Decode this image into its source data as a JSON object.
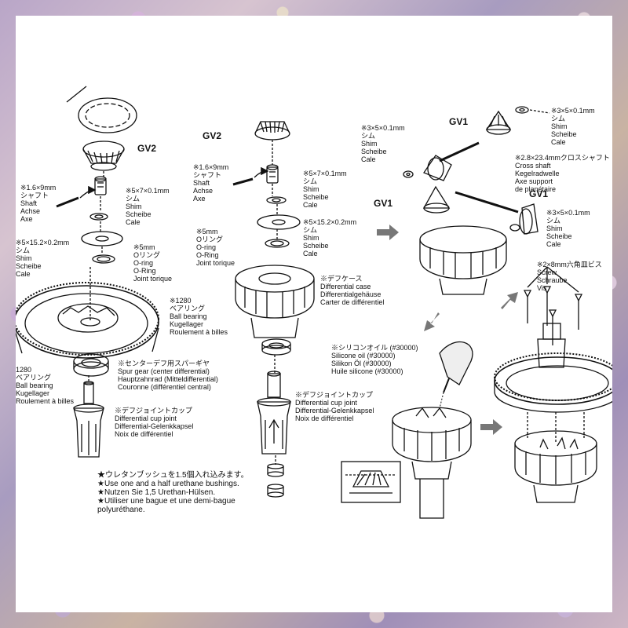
{
  "labels": {
    "gv2_a": "GV2",
    "shaft_a": [
      "※1.6×9mm",
      "シャフト",
      "Shaft",
      "Achse",
      "Axe"
    ],
    "shim_a1": [
      "※5×7×0.1mm",
      "シム",
      "Shim",
      "Scheibe",
      "Cale"
    ],
    "shim_a2": [
      "※5×15.2×0.2mm",
      "シム",
      "Shim",
      "Scheibe",
      "Cale"
    ],
    "oring_a": [
      "※5mm",
      "Oリング",
      "O-ring",
      "O-Ring",
      "Joint torique"
    ],
    "bearing_a": [
      "1280",
      "ベアリング",
      "Ball bearing",
      "Kugellager",
      "Roulement à billes"
    ],
    "spur_gear": [
      "※センターデフ用スパーギヤ",
      "Spur gear (center differential)",
      "Hauptzahnrad (Mitteldifferential)",
      "Couronne (différentiel central)"
    ],
    "cup_joint_a": [
      "※デフジョイントカップ",
      "Differential cup joint",
      "Differential-Gelenkkapsel",
      "Noix de différentiel"
    ],
    "gv2_b": "GV2",
    "shaft_b": [
      "※1.6×9mm",
      "シャフト",
      "Shaft",
      "Achse",
      "Axe"
    ],
    "shim_b1": [
      "※5×7×0.1mm",
      "シム",
      "Shim",
      "Scheibe",
      "Cale"
    ],
    "shim_b2": [
      "※5×15.2×0.2mm",
      "シム",
      "Shim",
      "Scheibe",
      "Cale"
    ],
    "oring_b": [
      "※5mm",
      "Oリング",
      "O-ring",
      "O-Ring",
      "Joint torique"
    ],
    "diff_case": [
      "※デフケース",
      "Differential case",
      "Differentialgehäuse",
      "Carter de différentiel"
    ],
    "bearing_b": [
      "※1280",
      "ベアリング",
      "Ball bearing",
      "Kugellager",
      "Roulement à billes"
    ],
    "cup_joint_b": [
      "※デフジョイントカップ",
      "Differential cup joint",
      "Differential-Gelenkkapsel",
      "Noix de différentiel"
    ],
    "bushing_note": [
      "★ウレタンブッシュを1.5個入れ込みます。",
      "★Use one and a half urethane bushings.",
      "★Nutzen Sie 1,5 Urethan-Hülsen.",
      "★Utiliser une bague et une demi-bague",
      "polyuréthane."
    ],
    "gv1_top": "GV1",
    "shim_c1": [
      "※3×5×0.1mm",
      "シム",
      "Shim",
      "Scheibe",
      "Cale"
    ],
    "shim_c2": [
      "※3×5×0.1mm",
      "シム",
      "Shim",
      "Scheibe",
      "Cale"
    ],
    "cross_shaft": [
      "※2.8×23.4mmクロスシャフト",
      "Cross shaft",
      "Kegelradwelle",
      "Axe support",
      "de planétaire"
    ],
    "gv1_left": "GV1",
    "gv1_right": "GV1",
    "shim_c3": [
      "※3×5×0.1mm",
      "シム",
      "Shim",
      "Scheibe",
      "Cale"
    ],
    "screw": [
      "※2×8mm六角皿ビス",
      "Screw",
      "Schraube",
      "Vis"
    ],
    "silicone_oil": [
      "※シリコンオイル (#30000)",
      "Silicone oil (#30000)",
      "Silikon Öl (#30000)",
      "Huile silicone (#30000)"
    ]
  },
  "colors": {
    "ink": "#111111",
    "paper": "#ffffff"
  }
}
